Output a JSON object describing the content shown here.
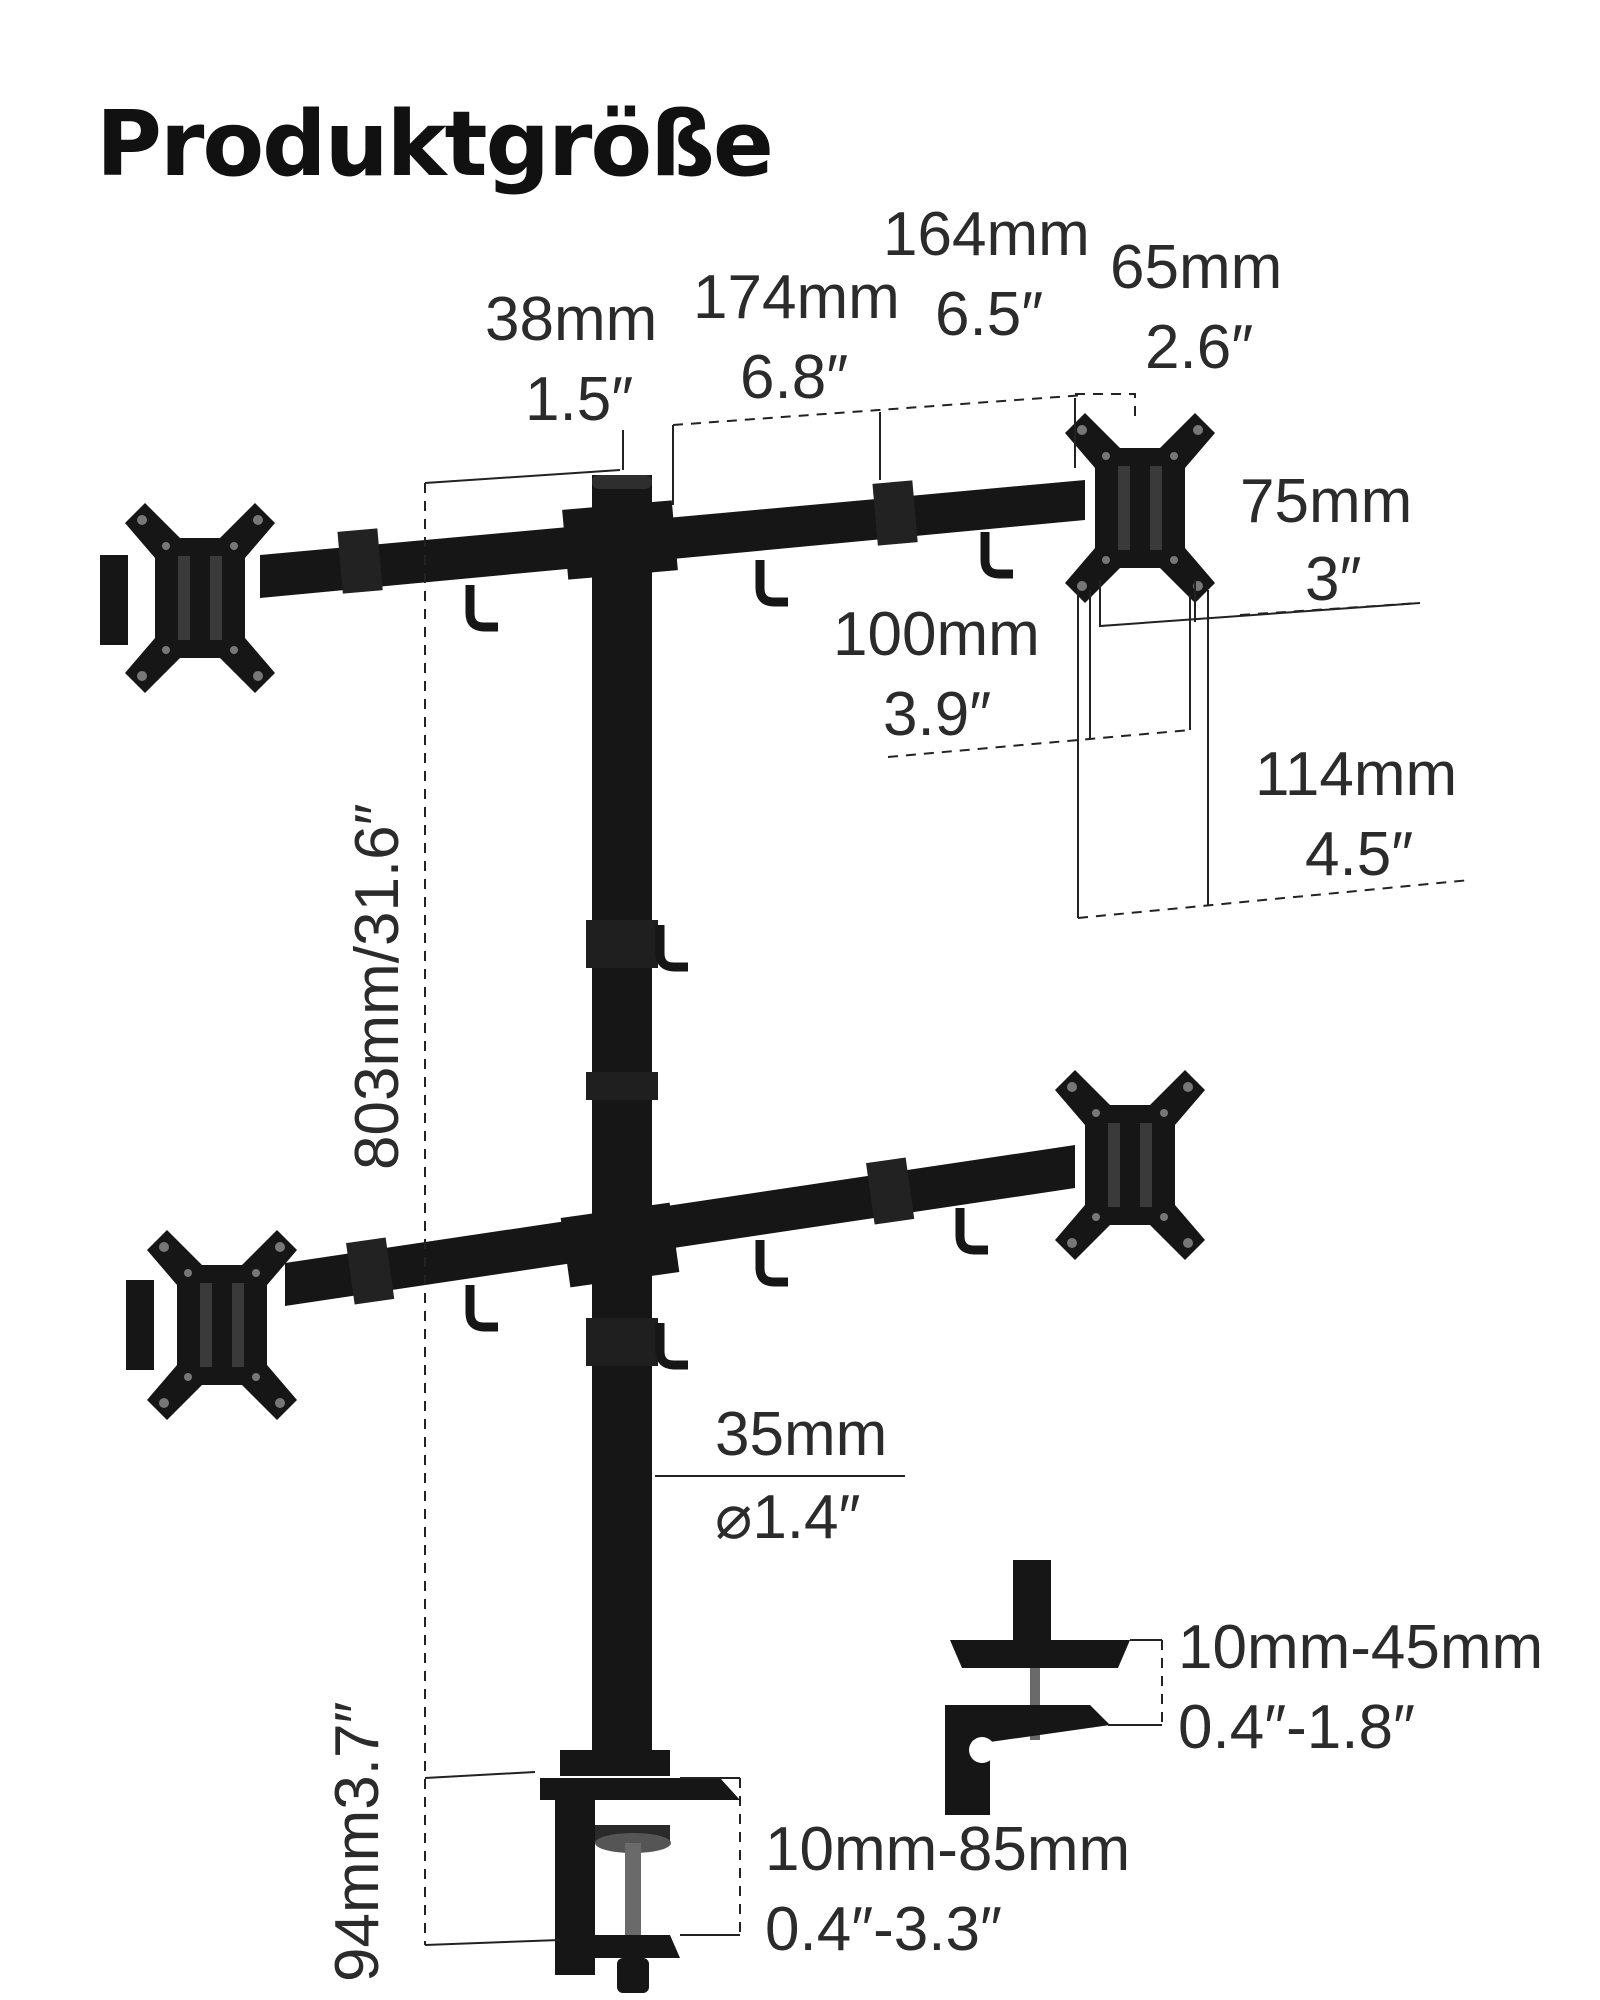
{
  "title": "Produktgröße",
  "colors": {
    "product": "#161616",
    "text": "#2b2b2b",
    "background": "#ffffff"
  },
  "dimensions": {
    "d38": {
      "mm": "38mm",
      "inch": "1.5″"
    },
    "d174": {
      "mm": "174mm",
      "inch": "6.8″"
    },
    "d164": {
      "mm": "164mm",
      "inch": "6.5″"
    },
    "d65": {
      "mm": "65mm",
      "inch": "2.6″"
    },
    "d75": {
      "mm": "75mm",
      "inch": "3″"
    },
    "d100": {
      "mm": "100mm",
      "inch": "3.9″"
    },
    "d114": {
      "mm": "114mm",
      "inch": "4.5″"
    },
    "height": "803mm/31.6″",
    "pole": {
      "mm": "35mm",
      "inch": "⌀1.4″"
    },
    "clamp_small": {
      "mm": "10mm-45mm",
      "inch": "0.4″-1.8″"
    },
    "clamp_large": {
      "mm": "10mm-85mm",
      "inch": "0.4″-3.3″"
    },
    "base": "94mm3.7″"
  }
}
